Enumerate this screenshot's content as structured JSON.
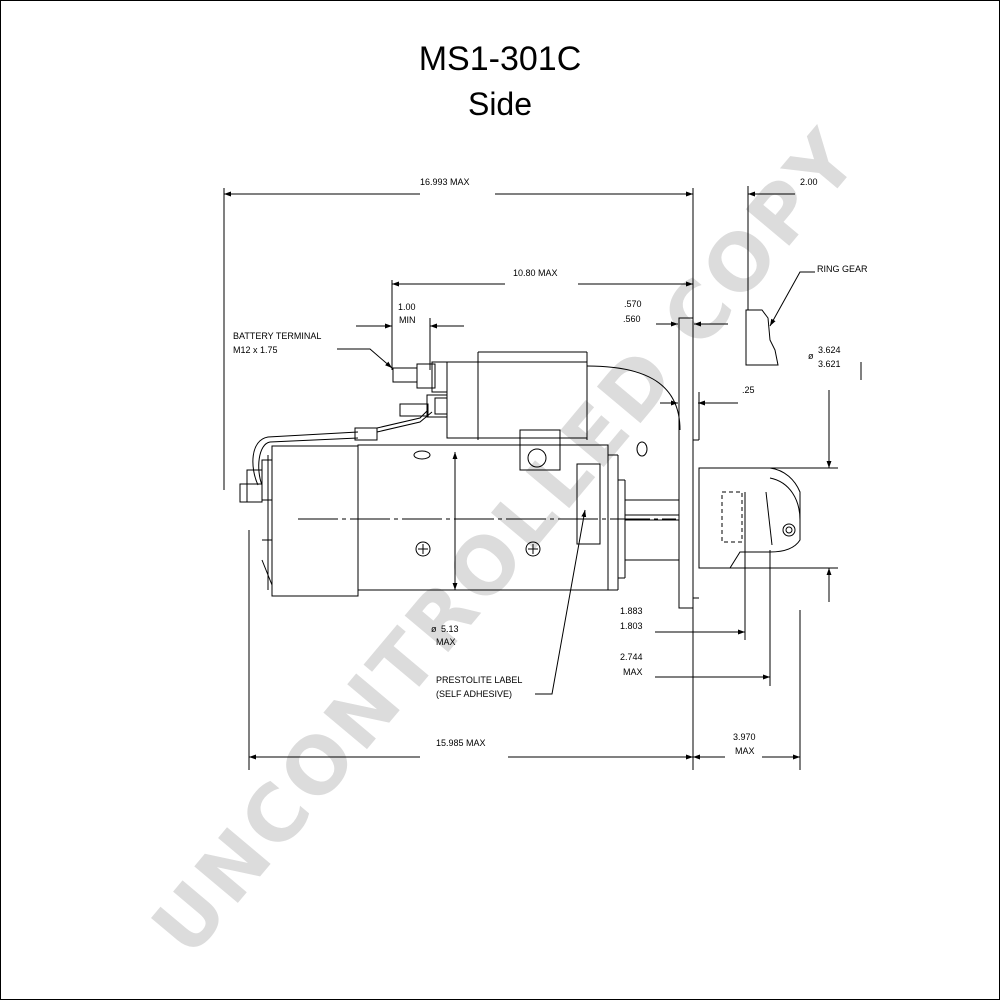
{
  "header": {
    "part_number": "MS1-301C",
    "view": "Side"
  },
  "watermark": "UNCONTROLLED COPY",
  "dimensions": {
    "overall_length": "16.993 MAX",
    "body_length": "10.80   MAX",
    "min_label": "1.00",
    "min_suffix": "MIN",
    "battery_terminal_1": "BATTERY TERMINAL",
    "battery_terminal_2": "M12 x 1.75",
    "flange_upper": ".570",
    "flange_lower": ".560",
    "pinion_offset": "2.00",
    "ring_gear": "RING GEAR",
    "pilot_dia_1": "3.624",
    "pilot_dia_2": "3.621",
    "dia_symbol": "ø",
    "gap": ".25",
    "housing_dia": "5.13",
    "housing_dia_max": "MAX",
    "pinion_1": "1.883",
    "pinion_2": "1.803",
    "nose_len": "2.744",
    "nose_len_max": "MAX",
    "label_1": "PRESTOLITE LABEL",
    "label_2": "(SELF ADHESIVE)",
    "mount_len": "15.985 MAX",
    "front_len": "3.970",
    "front_len_max": "MAX"
  }
}
